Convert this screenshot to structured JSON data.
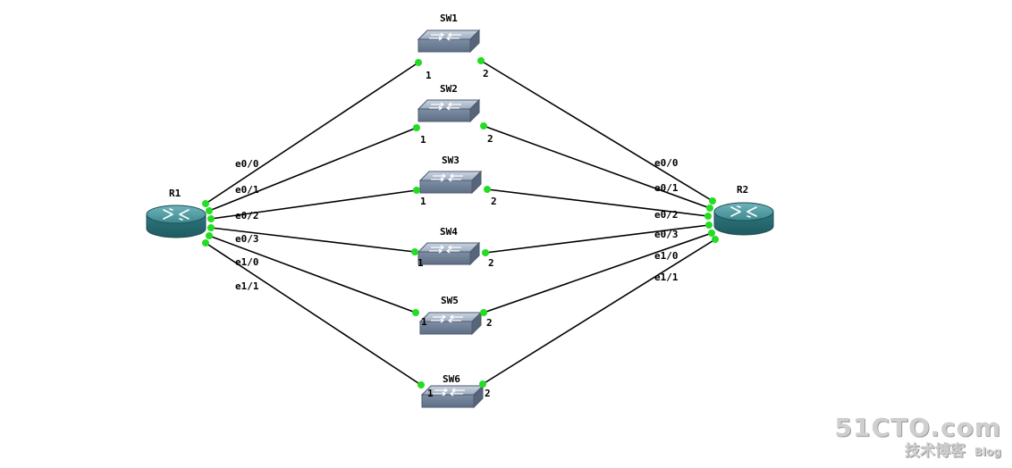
{
  "routers": [
    {
      "id": "R1",
      "label": "R1"
    },
    {
      "id": "R2",
      "label": "R2"
    }
  ],
  "switches": [
    {
      "id": "SW1",
      "label": "SW1",
      "port_left": "1",
      "port_right": "2"
    },
    {
      "id": "SW2",
      "label": "SW2",
      "port_left": "1",
      "port_right": "2"
    },
    {
      "id": "SW3",
      "label": "SW3",
      "port_left": "1",
      "port_right": "2"
    },
    {
      "id": "SW4",
      "label": "SW4",
      "port_left": "1",
      "port_right": "2"
    },
    {
      "id": "SW5",
      "label": "SW5",
      "port_left": "1",
      "port_right": "2"
    },
    {
      "id": "SW6",
      "label": "SW6",
      "port_left": "1",
      "port_right": "2"
    }
  ],
  "links": [
    {
      "from": "R1",
      "from_port": "e0/0",
      "to": "SW1",
      "to_port": "1"
    },
    {
      "from": "R1",
      "from_port": "e0/1",
      "to": "SW2",
      "to_port": "1"
    },
    {
      "from": "R1",
      "from_port": "e0/2",
      "to": "SW3",
      "to_port": "1"
    },
    {
      "from": "R1",
      "from_port": "e0/3",
      "to": "SW4",
      "to_port": "1"
    },
    {
      "from": "R1",
      "from_port": "e1/0",
      "to": "SW5",
      "to_port": "1"
    },
    {
      "from": "R1",
      "from_port": "e1/1",
      "to": "SW6",
      "to_port": "1"
    },
    {
      "from": "R2",
      "from_port": "e0/0",
      "to": "SW1",
      "to_port": "2"
    },
    {
      "from": "R2",
      "from_port": "e0/1",
      "to": "SW2",
      "to_port": "2"
    },
    {
      "from": "R2",
      "from_port": "e0/2",
      "to": "SW3",
      "to_port": "2"
    },
    {
      "from": "R2",
      "from_port": "e0/3",
      "to": "SW4",
      "to_port": "2"
    },
    {
      "from": "R2",
      "from_port": "e1/0",
      "to": "SW5",
      "to_port": "2"
    },
    {
      "from": "R2",
      "from_port": "e1/1",
      "to": "SW6",
      "to_port": "2"
    }
  ],
  "colors": {
    "link": "#000000",
    "port_up": "#22dd22",
    "router_body": "#3f8d95",
    "switch_body": "#8f9fb3"
  },
  "watermark": {
    "main": "51CTO.com",
    "sub": "技术博客",
    "blog": "Blog"
  }
}
